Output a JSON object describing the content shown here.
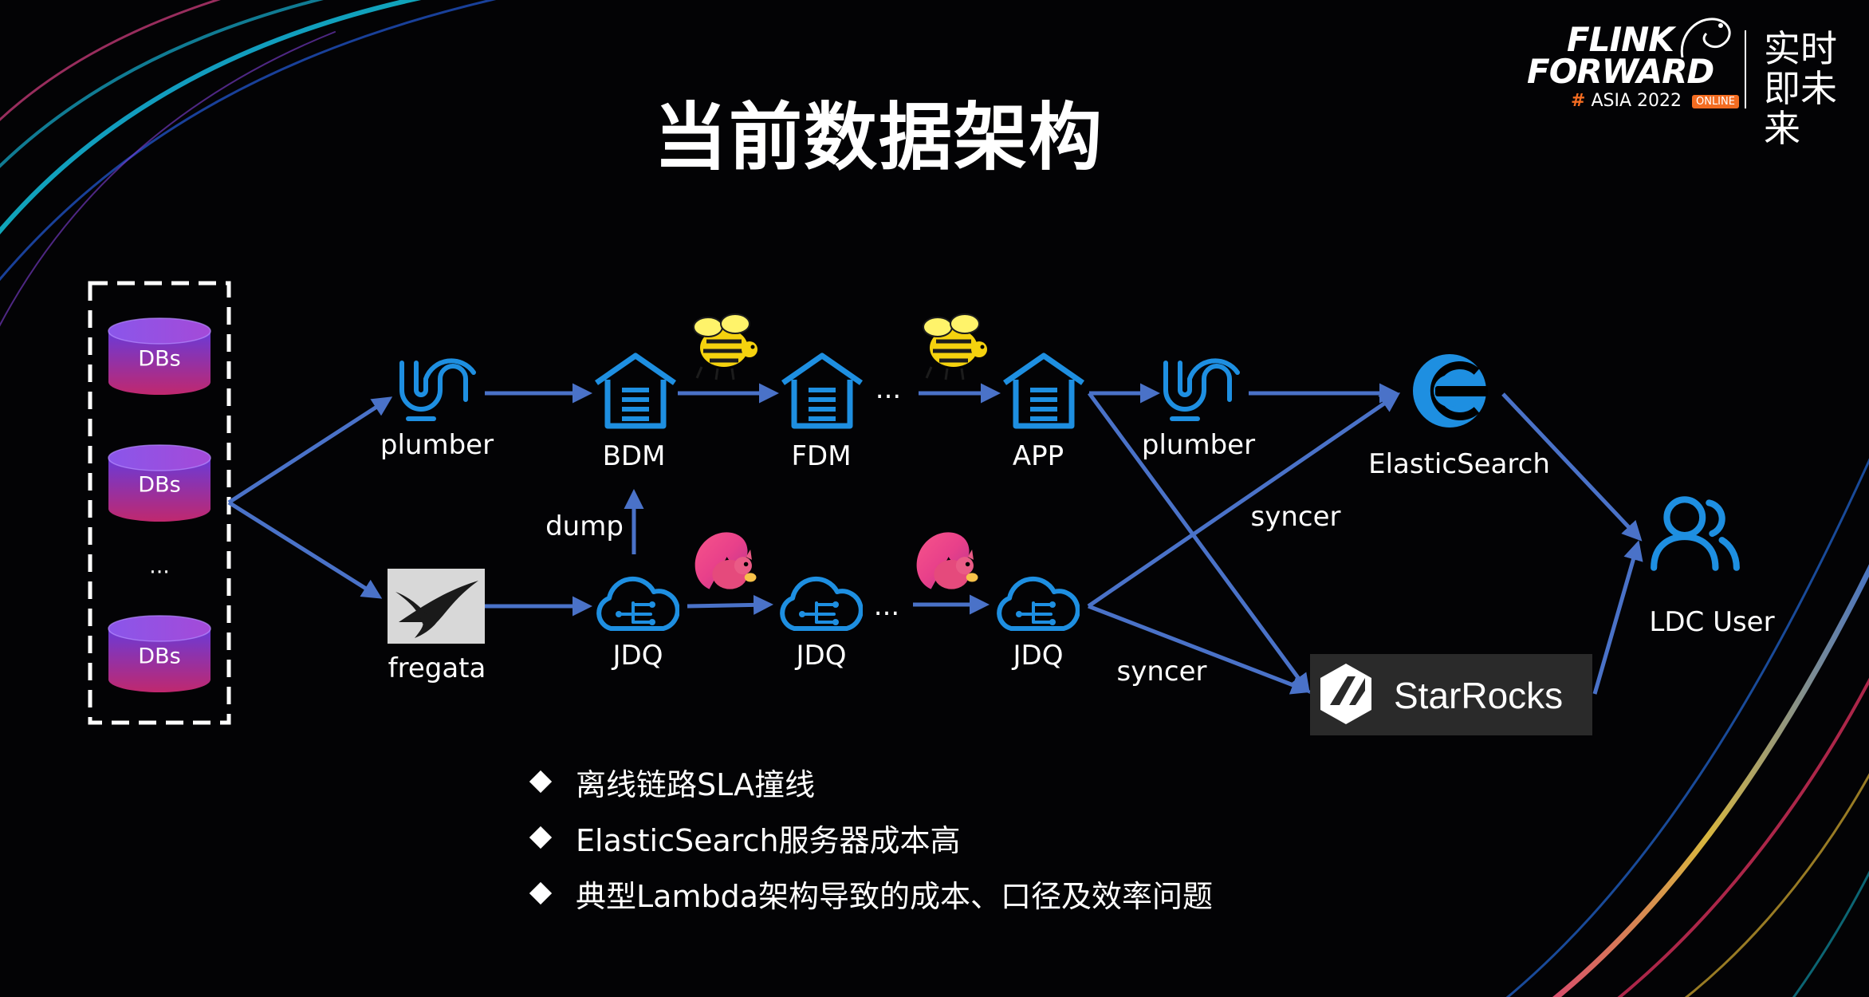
{
  "title": "当前数据架构",
  "logo": {
    "line1": "FLINK",
    "line2": "FORWARD",
    "hash": "#",
    "event": "ASIA 2022",
    "badge": "ONLINE",
    "slogan": "实时即未来"
  },
  "colors": {
    "background": "#000000",
    "arrow": "#4a72c8",
    "icon_blue": "#1e8fe1",
    "db_top": "#7c3fd6",
    "db_bottom": "#c0286e"
  },
  "sources": {
    "items": [
      "DBs",
      "DBs",
      "...",
      "DBs"
    ]
  },
  "nodes": {
    "plumber1": "plumber",
    "fregata": "fregata",
    "bdm": "BDM",
    "fdm": "FDM",
    "app": "APP",
    "jdq1": "JDQ",
    "jdq2": "JDQ",
    "jdq3": "JDQ",
    "plumber2": "plumber",
    "elasticsearch": "ElasticSearch",
    "starrocks": "StarRocks",
    "ldc_user": "LDC User",
    "ellipsis_top": "...",
    "ellipsis_bottom": "..."
  },
  "edges": {
    "dump": "dump",
    "syncer_top": "syncer",
    "syncer_bottom": "syncer"
  },
  "bullets": [
    "离线链路SLA撞线",
    "ElasticSearch服务器成本高",
    "典型Lambda架构导致的成本、口径及效率问题"
  ],
  "icons": {
    "db": "database-cylinder-icon",
    "plumber": "plumber-icon",
    "warehouse": "warehouse-icon",
    "cloud": "jdq-cloud-icon",
    "hive": "hive-bee-icon",
    "flink": "flink-squirrel-icon",
    "fregata": "frigate-bird-icon",
    "elasticsearch": "elasticsearch-icon",
    "starrocks": "starrocks-logo-icon",
    "users": "users-icon"
  }
}
